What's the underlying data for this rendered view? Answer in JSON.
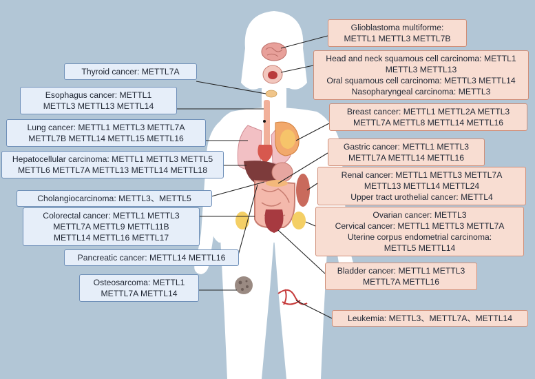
{
  "left_boxes": [
    {
      "key": "thyroid",
      "lines": [
        "Thyroid cancer: METTL7A"
      ]
    },
    {
      "key": "esophagus",
      "lines": [
        "Esophagus cancer: METTL1",
        "METTL3 METTL13 METTL14"
      ]
    },
    {
      "key": "lung",
      "lines": [
        "Lung cancer: METTL1 METTL3    METTL7A",
        "METTL7B METTL14 METTL15 METTL16"
      ]
    },
    {
      "key": "hepatocellular",
      "lines": [
        "Hepatocellular carcinoma: METTL1 METTL3 METTL5",
        "METTL6 METTL7A METTL13 METTL14 METTL18"
      ]
    },
    {
      "key": "cholangiocarcinoma",
      "lines": [
        "Cholangiocarcinoma: METTL3、METTL5"
      ]
    },
    {
      "key": "colorectal",
      "lines": [
        "Colorectal cancer: METTL1  METTL3",
        "METTL7A METTL9 METTL11B",
        "METTL14 METTL16 METTL17"
      ]
    },
    {
      "key": "pancreatic",
      "lines": [
        "Pancreatic cancer: METTL14 METTL16"
      ]
    },
    {
      "key": "osteosarcoma",
      "lines": [
        "Osteosarcoma: METTL1",
        "METTL7A METTL14"
      ]
    }
  ],
  "right_boxes": [
    {
      "key": "glioblastoma",
      "lines": [
        "Glioblastoma multiforme:",
        "METTL1 METTL3  METTL7B"
      ]
    },
    {
      "key": "head-neck",
      "lines": [
        "Head and neck squamous cell carcinoma: METTL1",
        "METTL3 METTL13",
        "Oral  squamous cell carcinoma: METTL3 METTL14",
        "Nasopharyngeal carcinoma: METTL3"
      ]
    },
    {
      "key": "breast",
      "lines": [
        "Breast cancer: METTL1 METTL2A  METTL3",
        "METTL7A METTL8 METTL14 METTL16"
      ]
    },
    {
      "key": "gastric",
      "lines": [
        "Gastric cancer: METTL1 METTL3",
        "METTL7A METTL14 METTL16"
      ]
    },
    {
      "key": "renal",
      "lines": [
        "Renal cancer: METTL1 METTL3  METTL7A",
        "METTL13 METTL14 METTL24",
        "Upper tract urothelial cancer: METTL4"
      ]
    },
    {
      "key": "ovarian",
      "lines": [
        "Ovarian cancer: METTL3",
        "Cervical cancer: METTL1 METTL3 METTL7A",
        "Uterine corpus endometrial carcinoma:",
        "METTL5 METTL14"
      ]
    },
    {
      "key": "bladder",
      "lines": [
        "Bladder cancer: METTL1 METTL3",
        "METTL7A METTL16"
      ]
    },
    {
      "key": "leukemia",
      "lines": [
        "Leukemia: METTL3、METTL7A、METTL14"
      ]
    }
  ],
  "colors": {
    "background": "#b2c6d6",
    "silhouette": "#ffffff",
    "left_box_fill": "#e6eef9",
    "left_box_border": "#6e8fb8",
    "right_box_fill": "#f8ddd2",
    "right_box_border": "#cf8e78",
    "connector": "#222222"
  }
}
